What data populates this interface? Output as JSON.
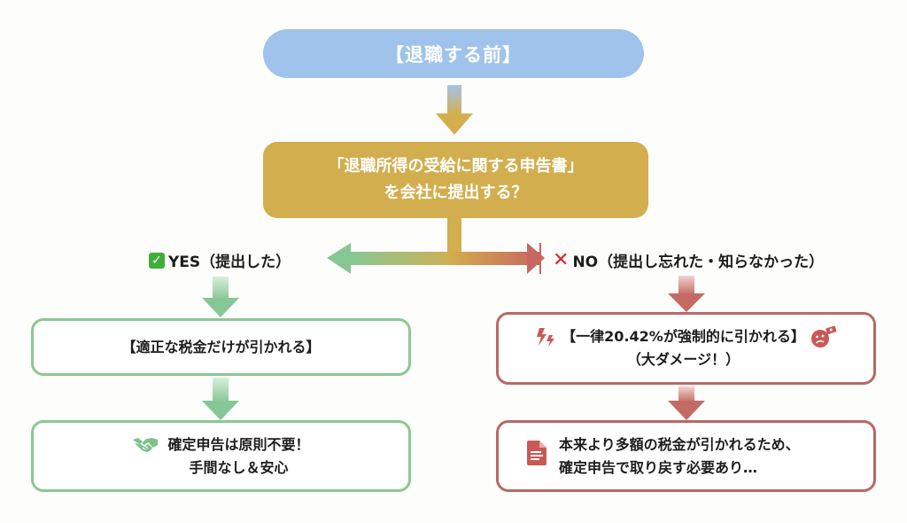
{
  "diagram": {
    "start": {
      "label": "【退職する前】"
    },
    "question": {
      "line1": "「退職所得の受給に関する申告書」",
      "line2": "を会社に提出する？"
    },
    "yes_branch": {
      "icon": "check-icon",
      "icon_glyph": "✓",
      "label": "YES（提出した）",
      "step1": {
        "text": "【適正な税金だけが引かれる】"
      },
      "step2": {
        "icon": "handshake-icon",
        "line1": "確定申告は原則不要！",
        "line2": "手間なし＆安心"
      }
    },
    "no_branch": {
      "icon": "cross-icon",
      "icon_glyph": "✕",
      "label": "NO（提出し忘れた・知らなかった）",
      "step1": {
        "icon_left": "lightning-icon",
        "icon_right": "sad-face-money-icon",
        "line1": "【一律20.42%が強制的に引かれる】",
        "line2": "（大ダメージ！）"
      },
      "step2": {
        "icon": "document-icon",
        "line1": "本来より多額の税金が引かれるため、",
        "line2": "確定申告で取り戻す必要あり…"
      }
    },
    "colors": {
      "start": "#9fc3ea",
      "question": "#d3ae4e",
      "yes": "#8cc794",
      "no": "#b86964"
    }
  }
}
